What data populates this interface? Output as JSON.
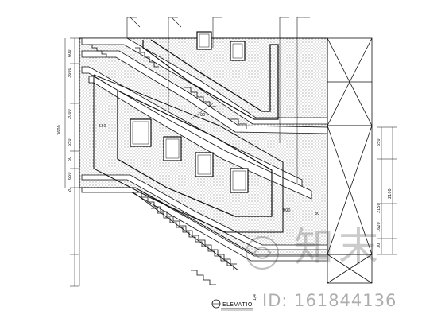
{
  "drawing": {
    "title": "ELEVATIO",
    "scale_mark": "1/4",
    "dimensions_left": [
      "3600",
      "600",
      "3600",
      "2000",
      "650",
      "50",
      "650",
      "20"
    ],
    "dimensions_right": [
      "650",
      "2100",
      "2150",
      "1620",
      "30"
    ],
    "inner_labels": [
      "530",
      "90",
      "900",
      "30"
    ]
  },
  "watermark": {
    "mark_text": "知末",
    "id_text": "ID: 161844136"
  },
  "colors": {
    "line": "#111111",
    "hatch_dot": "#555555",
    "background": "#ffffff"
  }
}
